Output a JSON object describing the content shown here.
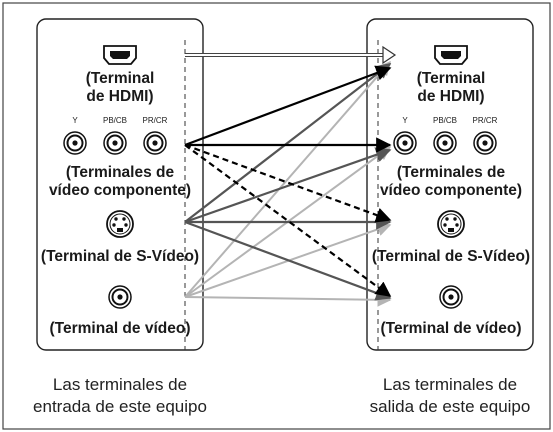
{
  "input_panel": {
    "hdmi_label_1": "(Terminal",
    "hdmi_label_2": "de HDMI)",
    "comp_y": "Y",
    "comp_pb": "PB/CB",
    "comp_pr": "PR/CR",
    "comp_label_1": "(Terminales de",
    "comp_label_2": "vídeo componente)",
    "svideo_label": "(Terminal de S-Vídeo)",
    "video_label": "(Terminal de vídeo)",
    "caption_1": "Las terminales de",
    "caption_2": "entrada de este equipo"
  },
  "output_panel": {
    "hdmi_label_1": "(Terminal",
    "hdmi_label_2": "de HDMI)",
    "comp_y": "Y",
    "comp_pb": "PB/CB",
    "comp_pr": "PR/CR",
    "comp_label_1": "(Terminales de",
    "comp_label_2": "vídeo componente)",
    "svideo_label": "(Terminal de S-Vídeo)",
    "video_label": "(Terminal de vídeo)",
    "caption_1": "Las terminales de",
    "caption_2": "salida de este equipo"
  },
  "icons": {
    "hdmi": "hdmi-port-icon",
    "rca": "rca-jack-icon",
    "svideo": "s-video-jack-icon"
  },
  "colors": {
    "hdmi_line": "#555555",
    "component_line": "#000000",
    "svideo_line": "#555555",
    "video_line": "#b4b4b4"
  }
}
